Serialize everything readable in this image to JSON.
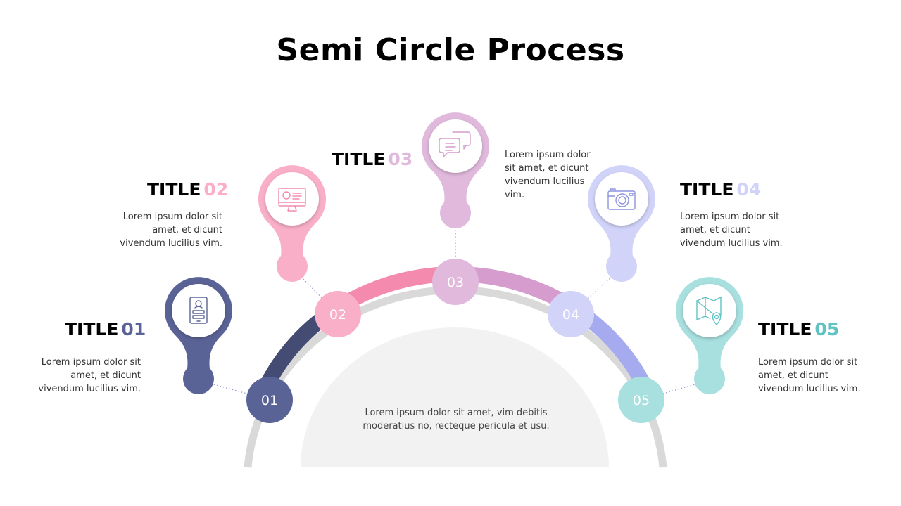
{
  "title": "Semi Circle Process",
  "center_text": "Lorem ipsum dolor sit amet, vim debitis moderatius no, recteque pericula et usu.",
  "colors": {
    "track_gray": "#d9d9d9",
    "center_fill": "#f2f2f2",
    "dotted": "#9b9bd6"
  },
  "steps": [
    {
      "title_word": "TITLE",
      "number": "01",
      "label": "01",
      "color": "#5a6395",
      "arc_color": "#454c74",
      "icon": "tablet-icon",
      "text": "Lorem ipsum dolor sit amet, et dicunt vivendum lucilius vim."
    },
    {
      "title_word": "TITLE",
      "number": "02",
      "label": "02",
      "color": "#f9afc8",
      "arc_color": "#f48aad",
      "icon": "monitor-icon",
      "text": "Lorem ipsum dolor sit amet, et dicunt vivendum lucilius vim."
    },
    {
      "title_word": "TITLE",
      "number": "03",
      "label": "03",
      "color": "#e0b9dc",
      "arc_color": "#d59ccd",
      "icon": "chat-bubbles-icon",
      "text": "Lorem ipsum dolor sit amet, et dicunt vivendum lucilius vim."
    },
    {
      "title_word": "TITLE",
      "number": "04",
      "label": "04",
      "color": "#d1d3f9",
      "arc_color": "#a6abef",
      "icon": "camera-icon",
      "text": "Lorem ipsum dolor sit amet, et dicunt vivendum lucilius vim."
    },
    {
      "title_word": "TITLE",
      "number": "05",
      "label": "05",
      "color": "#a8dfdf",
      "arc_color": "#a8dfdf",
      "icon": "map-pin-icon",
      "text": "Lorem ipsum dolor sit amet, et dicunt vivendum lucilius vim."
    }
  ]
}
